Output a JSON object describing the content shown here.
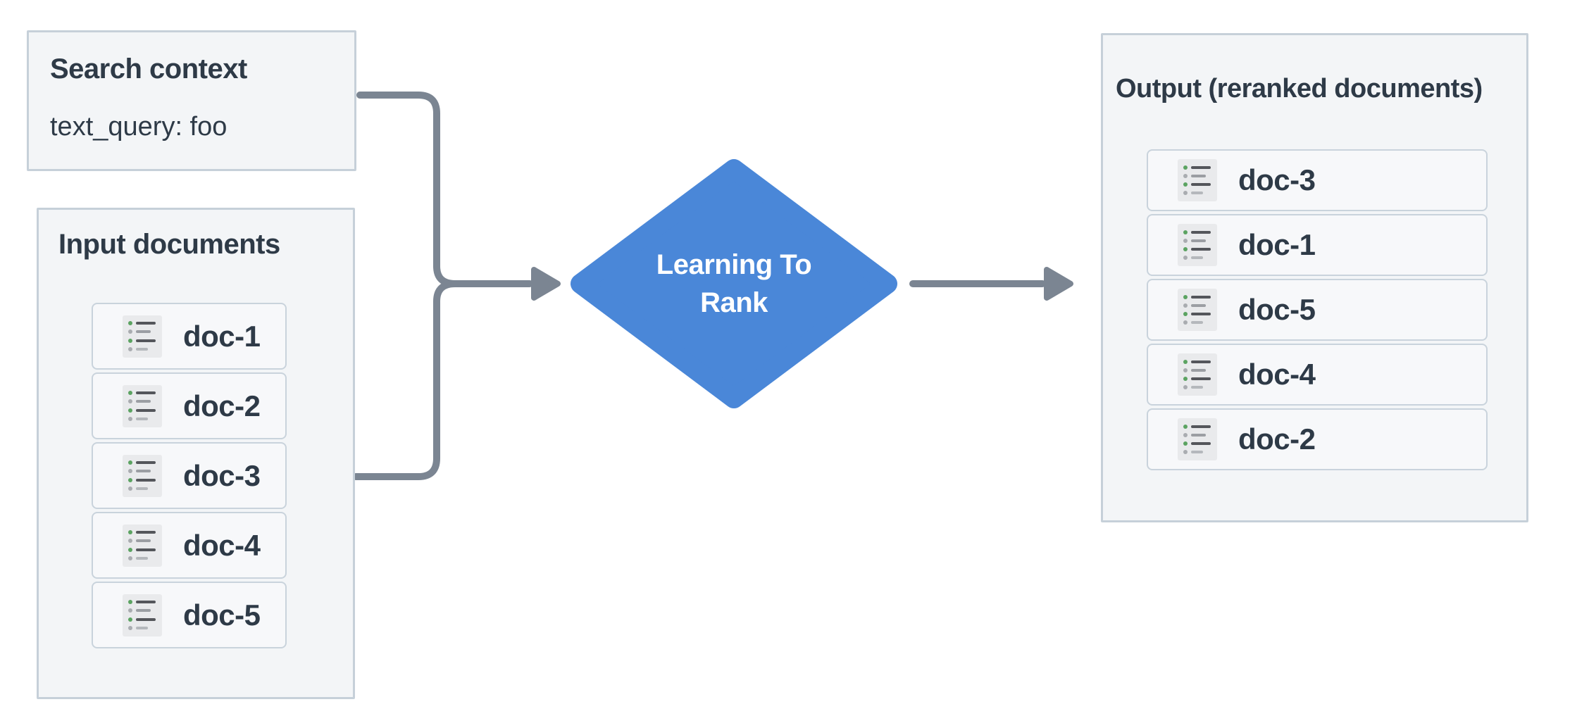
{
  "search_context": {
    "title": "Search context",
    "query": "text_query: foo"
  },
  "input_documents": {
    "title": "Input documents",
    "docs": [
      "doc-1",
      "doc-2",
      "doc-3",
      "doc-4",
      "doc-5"
    ]
  },
  "process": {
    "label_line1": "Learning To",
    "label_line2": "Rank"
  },
  "output_documents": {
    "title": "Output (reranked documents)",
    "docs": [
      "doc-3",
      "doc-1",
      "doc-5",
      "doc-4",
      "doc-2"
    ]
  },
  "colors": {
    "diamond_blue": "#4a87d8",
    "connector_gray": "#7b8592",
    "box_background": "#f3f5f7",
    "box_border": "#c6d0d9",
    "row_background": "#f7f8fa",
    "row_border": "#c9d3dc",
    "text_dark": "#2e3a47",
    "icon_background": "#e9eaec",
    "icon_green_dot": "#5ba361",
    "icon_gray_dot": "#a9acb0"
  }
}
